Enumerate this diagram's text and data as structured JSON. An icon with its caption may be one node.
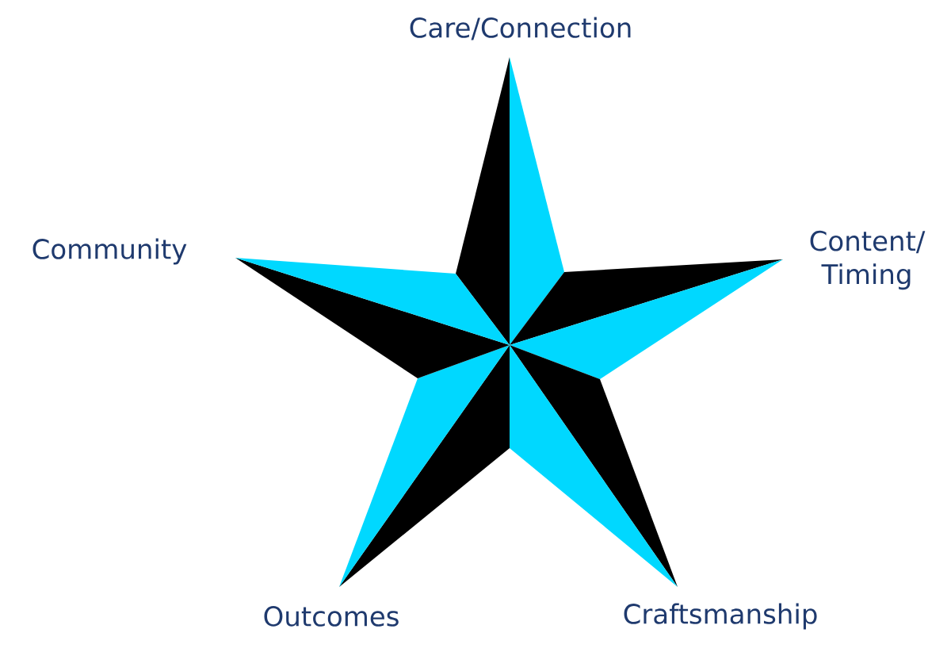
{
  "diagram": {
    "labels": [
      "Care/Connection",
      "Community",
      "Content/ Timing",
      "Outcomes",
      "Craftsmanship"
    ]
  }
}
